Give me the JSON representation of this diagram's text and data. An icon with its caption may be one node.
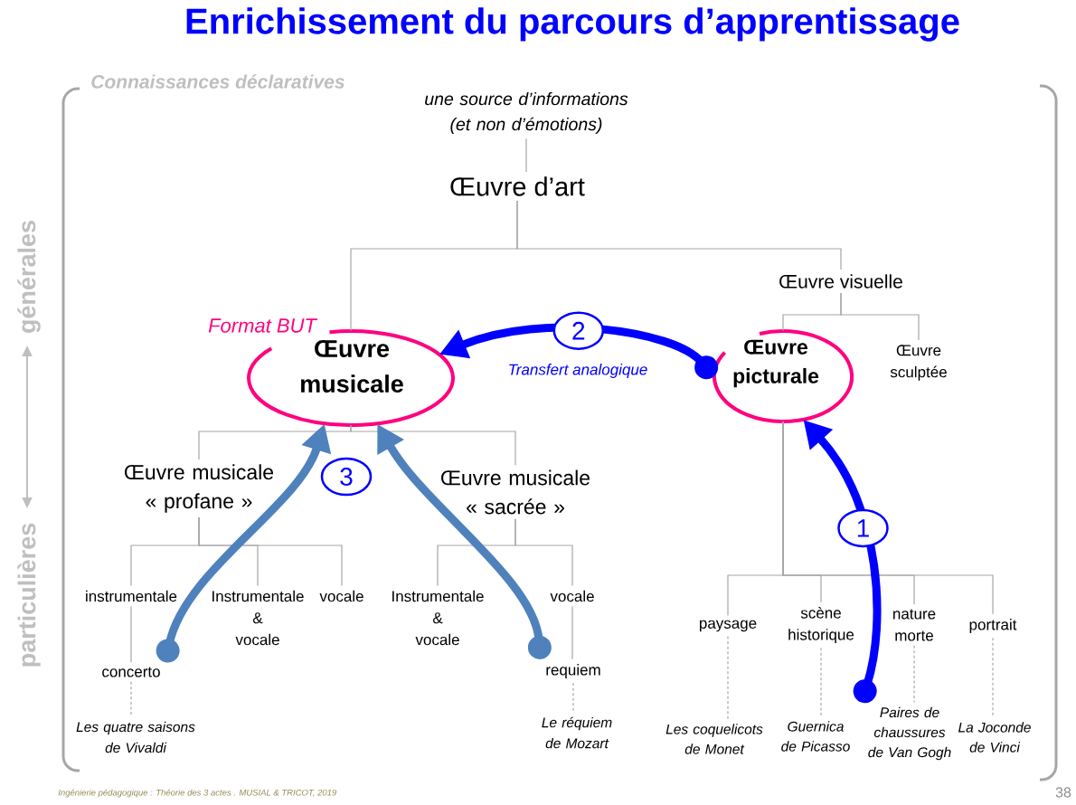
{
  "diagram": {
    "title": "Enrichissement du parcours d’apprentissage",
    "nodes": [
      {
        "text": [
          "une source d’informations (et non d’émotions)"
        ]
      },
      {
        "text": [
          "Œuvre d’art"
        ]
      },
      {
        "text": [
          "Œuvre musicale"
        ],
        "beside": [
          "Format BUT"
        ]
      },
      {
        "text": [
          "Œuvre visuelle"
        ]
      },
      {
        "text": [
          "Œuvre picturale"
        ]
      },
      {
        "text": [
          "Œuvre sculptée"
        ]
      },
      {
        "text": [
          "Œuvre musicale « profane »"
        ]
      },
      {
        "text": [
          "Œuvre musicale « sacrée »"
        ]
      },
      {
        "text": [
          "instrumentale"
        ]
      },
      {
        "text": [
          "Instrumentale & vocale"
        ]
      },
      {
        "text": [
          "vocale"
        ]
      },
      {
        "text": [
          "Instrumentale & vocale"
        ]
      },
      {
        "text": [
          "vocale"
        ]
      },
      {
        "text": [
          "concerto"
        ]
      },
      {
        "text": [
          "requiem"
        ]
      },
      {
        "text": [
          "Les quatre saisons de Vivaldi"
        ]
      },
      {
        "text": [
          "Le réquiem de Mozart"
        ]
      },
      {
        "text": [
          "paysage"
        ]
      },
      {
        "text": [
          "scène historique"
        ]
      },
      {
        "text": [
          "nature morte"
        ]
      },
      {
        "text": [
          "portrait"
        ]
      },
      {
        "text": [
          "Les coquelicots de Monet"
        ]
      },
      {
        "text": [
          "Guernica de Picasso"
        ]
      },
      {
        "text": [
          "Paires de chaussures de Van Gogh"
        ]
      },
      {
        "text": [
          "La Joconde de Vinci"
        ]
      }
    ],
    "edges": [
      {
        "from": 0,
        "to": 1,
        "arrow": "none"
      },
      {
        "from": 1,
        "to": 2,
        "arrow": "none"
      },
      {
        "from": 1,
        "to": 3,
        "arrow": "none"
      },
      {
        "from": 2,
        "to": 6,
        "arrow": "none"
      },
      {
        "from": 2,
        "to": 7,
        "arrow": "none"
      },
      {
        "from": 6,
        "to": 8,
        "arrow": "none"
      },
      {
        "from": 6,
        "to": 9,
        "arrow": "none"
      },
      {
        "from": 6,
        "to": 10,
        "arrow": "none"
      },
      {
        "from": 7,
        "to": 11,
        "arrow": "none"
      },
      {
        "from": 7,
        "to": 12,
        "arrow": "none"
      },
      {
        "from": 8,
        "to": 13,
        "arrow": "none"
      },
      {
        "from": 12,
        "to": 14,
        "arrow": "none"
      },
      {
        "from": 13,
        "to": 15,
        "arrow": "none",
        "style": "dashed"
      },
      {
        "from": 14,
        "to": 16,
        "arrow": "none",
        "style": "dashed"
      },
      {
        "from": 3,
        "to": 4,
        "arrow": "none"
      },
      {
        "from": 3,
        "to": 5,
        "arrow": "none"
      },
      {
        "from": 4,
        "to": 17,
        "arrow": "none"
      },
      {
        "from": 4,
        "to": 18,
        "arrow": "none"
      },
      {
        "from": 4,
        "to": 19,
        "arrow": "none"
      },
      {
        "from": 4,
        "to": 20,
        "arrow": "none"
      },
      {
        "from": 17,
        "to": 21,
        "arrow": "none",
        "style": "dashed"
      },
      {
        "from": 18,
        "to": 22,
        "arrow": "none",
        "style": "dashed"
      },
      {
        "from": 19,
        "to": 23,
        "arrow": "none",
        "style": "dashed"
      },
      {
        "from": 20,
        "to": 24,
        "arrow": "none",
        "style": "dashed"
      },
      {
        "from": 4,
        "to": 2,
        "arrow": "to",
        "label": "2",
        "style": "thick",
        "color": "#0000ff"
      },
      {
        "from": 23,
        "to": 4,
        "arrow": "to",
        "label": "1",
        "style": "thick",
        "color": "#0000ff"
      },
      {
        "from": 13,
        "to": 2,
        "arrow": "to",
        "style": "thick",
        "color": "#4f81bd"
      },
      {
        "from": 14,
        "to": 2,
        "arrow": "to",
        "style": "thick",
        "color": "#4f81bd"
      }
    ],
    "labels": [
      "Connaissances déclaratives",
      "générales",
      "particulières",
      "Transfert analogique",
      "3",
      "Ingénierie pédagogique : Théorie des 3 actes . MUSIAL & TRICOT, 2019",
      "38"
    ]
  }
}
